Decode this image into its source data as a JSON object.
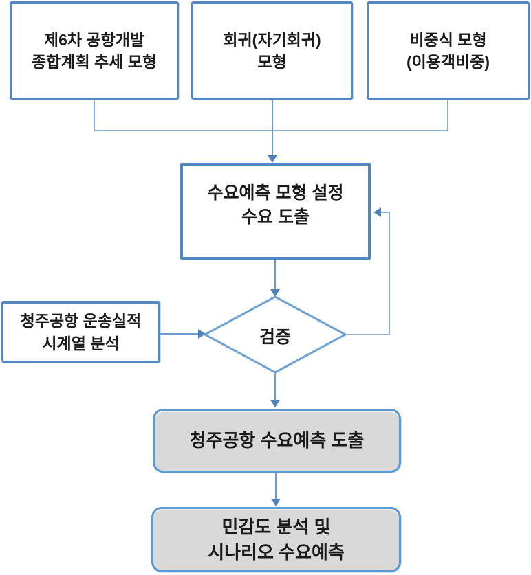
{
  "colors": {
    "box_border": "#5587c2",
    "process_border": "#4f86c6",
    "round_border": "#5b9bd5",
    "diamond_border": "#6da2d5",
    "connector_line": "#7aa6d3",
    "arrowhead": "#4f81bd",
    "gray_fill": "#d9d9d9",
    "white_fill": "#ffffff",
    "text": "#1a1a1a"
  },
  "nodes": {
    "top1": {
      "label": "제6차 공항개발\n종합계획 추세 모형"
    },
    "top2": {
      "label": "회귀(자기회귀)\n모형"
    },
    "top3": {
      "label": "비중식 모형\n(이용객비중)"
    },
    "process": {
      "label": "수요예측 모형 설정\n수요 도출"
    },
    "timeseries": {
      "label": "청주공항 운송실적\n시계열 분석"
    },
    "decision": {
      "label": "검증"
    },
    "result": {
      "label": "청주공항 수요예측 도출"
    },
    "sensitivity": {
      "label": "민감도 분석 및\n시나리오 수요예측"
    }
  }
}
